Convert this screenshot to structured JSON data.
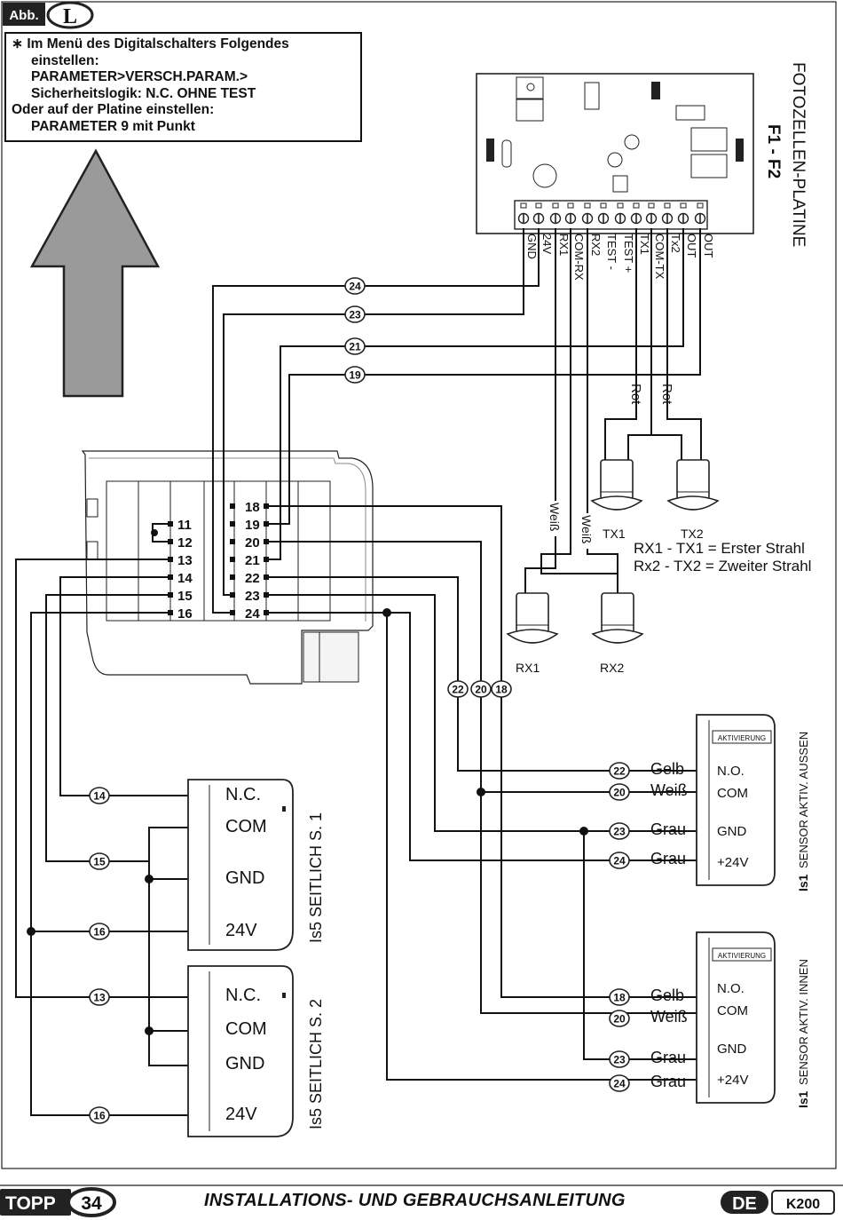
{
  "figure_badge": "Abb.",
  "figure_letter": "L",
  "note": {
    "star": "∗",
    "line1": "Im  Menü  des  Digitalschalters  Folgendes",
    "line2": "einstellen:",
    "line3": "PARAMETER>VERSCH.PARAM.>",
    "line4": "Sicherheitslogik:  N.C. OHNE TEST",
    "line5": "Oder auf der Platine einstellen:",
    "line6": "PARAMETER 9 mit Punkt"
  },
  "board": {
    "title": "FOTOZELLEN-PLATINE",
    "subtitle": "F1 - F2",
    "terminals": [
      "GND",
      "24V",
      "RX1",
      "COM-RX",
      "RX2",
      "TEST -",
      "TEST +",
      "TX1",
      "COM-TX",
      "Tx2",
      "OUT",
      "OUT"
    ]
  },
  "wire_numbers": [
    "24",
    "23",
    "21",
    "19"
  ],
  "wire_colors": {
    "red": "Rot",
    "white": "Weiß"
  },
  "photocells": {
    "tx1": "TX1",
    "tx2": "TX2",
    "rx1": "RX1",
    "rx2": "RX2",
    "legend1": "RX1 - TX1 = Erster Strahl",
    "legend2": "Rx2 - TX2 = Zweiter Strahl"
  },
  "terminal_strip": {
    "left": [
      "11",
      "12",
      "13",
      "14",
      "15",
      "16"
    ],
    "right": [
      "18",
      "19",
      "20",
      "21",
      "22",
      "23",
      "24"
    ]
  },
  "bus_labels": [
    "22",
    "20",
    "18"
  ],
  "sensor_outer": {
    "title": "SENSOR AKTIV. AUSSEN",
    "prefix": "Is1",
    "badge": "AKTIVIERUNG",
    "pins": [
      "N.O.",
      "COM",
      "GND",
      "+24V"
    ],
    "wires": [
      {
        "num": "22",
        "color": "Gelb"
      },
      {
        "num": "20",
        "color": "Weiß"
      },
      {
        "num": "23",
        "color": "Grau"
      },
      {
        "num": "24",
        "color": "Grau"
      }
    ]
  },
  "sensor_inner": {
    "title": "SENSOR AKTIV. INNEN",
    "prefix": "Is1",
    "badge": "AKTIVIERUNG",
    "pins": [
      "N.O.",
      "COM",
      "GND",
      "+24V"
    ],
    "wires": [
      {
        "num": "18",
        "color": "Gelb"
      },
      {
        "num": "20",
        "color": "Weiß"
      },
      {
        "num": "23",
        "color": "Grau"
      },
      {
        "num": "24",
        "color": "Grau"
      }
    ]
  },
  "side_sensor_1": {
    "title": "Is5 SEITLICH S. 1",
    "pins": [
      "N.C.",
      "COM",
      "GND",
      "24V"
    ],
    "wires": [
      "14",
      "15",
      "16"
    ]
  },
  "side_sensor_2": {
    "title": "Is5 SEITLICH S. 2",
    "pins": [
      "N.C.",
      "COM",
      "GND",
      "24V"
    ],
    "wires": [
      "13",
      "16"
    ]
  },
  "footer": {
    "brand": "TOPP",
    "page": "34",
    "title": "INSTALLATIONS- UND GEBRAUCHSANLEITUNG",
    "lang": "DE",
    "model": "K200"
  }
}
